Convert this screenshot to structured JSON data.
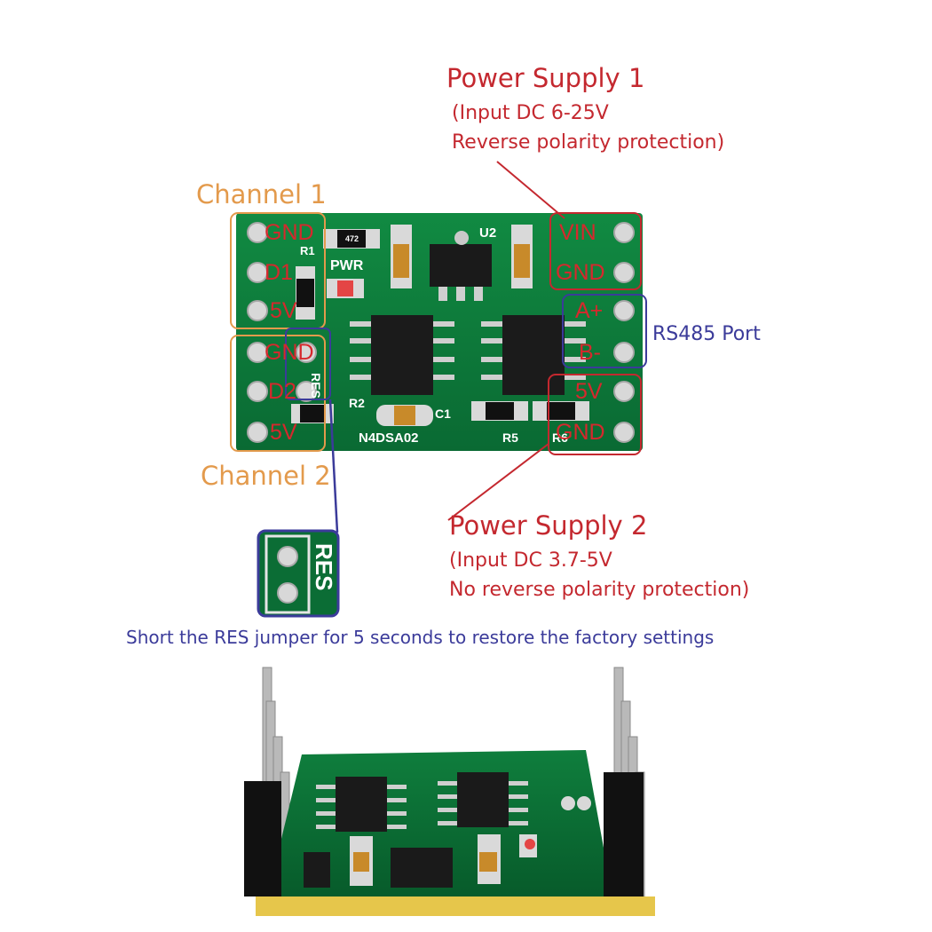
{
  "title": {},
  "main": {
    "ps1": {
      "label": "Power Supply 1",
      "line1": "(Input DC 6-25V",
      "line2": "Reverse polarity protection)"
    },
    "ps2": {
      "label": "Power Supply 2",
      "line1": "(Input DC 3.7-5V",
      "line2": "No reverse polarity protection)"
    },
    "channel1": "Channel 1",
    "channel2": "Channel 2",
    "rs485": "RS485 Port",
    "res_note": "Short the RES jumper for 5 seconds to restore the factory settings",
    "left_pins": [
      "GND",
      "D1",
      "5V",
      "GND",
      "D2",
      "5V"
    ],
    "right_pins": [
      "VIN",
      "GND",
      "A+",
      "B-",
      "5V",
      "GND"
    ],
    "silkscreen": {
      "board_name": "N4DSA02",
      "pwr": "PWR",
      "res": "RES",
      "u2": "U2",
      "r1": "R1",
      "r2": "R2",
      "r5": "R5",
      "r6": "R6",
      "c1": "C1",
      "res_jumper": "RES",
      "resistor_code": "472"
    }
  },
  "colors": {
    "pcb": "#0d7a3a",
    "red_annotation": "#c4282f",
    "orange_annotation": "#e39a4c",
    "blue_annotation": "#3b3b9a"
  }
}
